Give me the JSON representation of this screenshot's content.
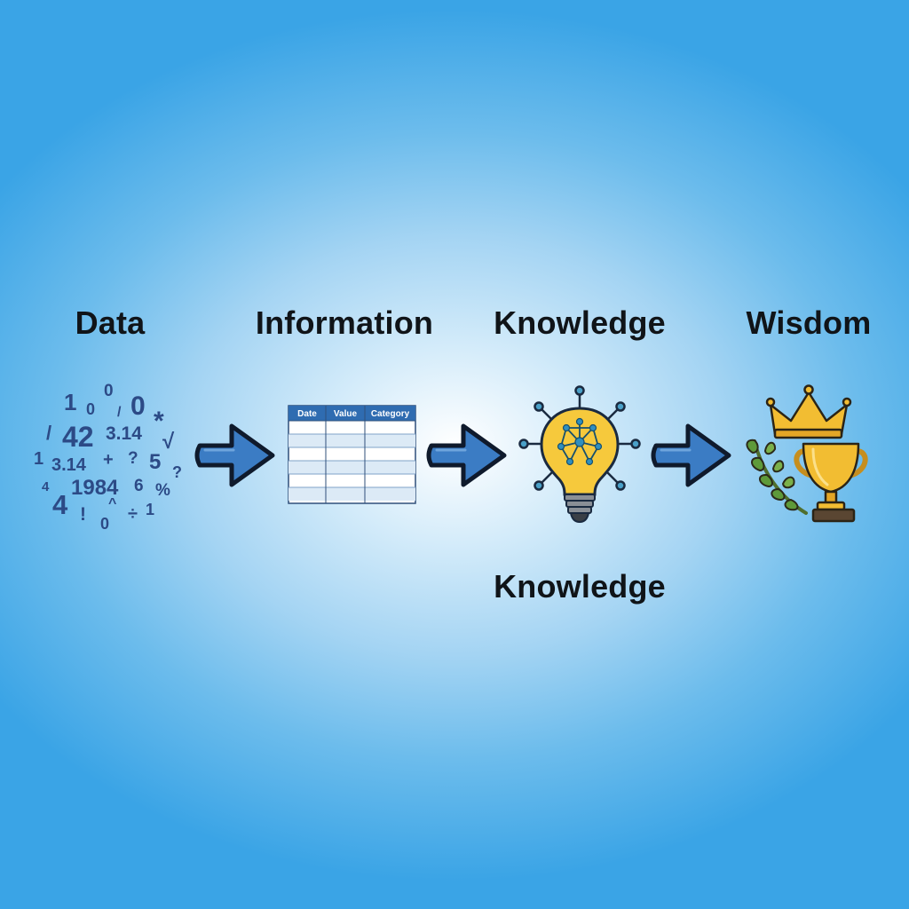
{
  "stages": [
    {
      "title": "Data",
      "icon": "number-cloud-icon"
    },
    {
      "title": "Information",
      "icon": "table-icon"
    },
    {
      "title": "Knowledge",
      "icon": "lightbulb-network-icon"
    },
    {
      "title": "Wisdom",
      "icon": "crown-trophy-icon"
    }
  ],
  "knowledge_repeat_label": "Knowledge",
  "data_cloud": [
    "1",
    "0",
    "0",
    "/",
    "0",
    "*",
    "/",
    "42",
    "3.14",
    "√",
    "1",
    "3.14",
    "+",
    "?",
    "5",
    "?",
    "4",
    "1984",
    "6",
    "%",
    "4",
    "!",
    "^",
    "÷",
    "1",
    "0"
  ],
  "table": {
    "headers": [
      "Date",
      "Value",
      "Category"
    ],
    "body_rows": 6
  },
  "colors": {
    "arrow_fill": "#3b7cc4",
    "arrow_outline": "#0f1a2c",
    "table_header": "#2f6cb1",
    "table_row_alt": "#dceaf6",
    "bulb_yellow": "#f6c93c",
    "gold": "#f2bd32",
    "leaf_green": "#5e9a3a"
  }
}
